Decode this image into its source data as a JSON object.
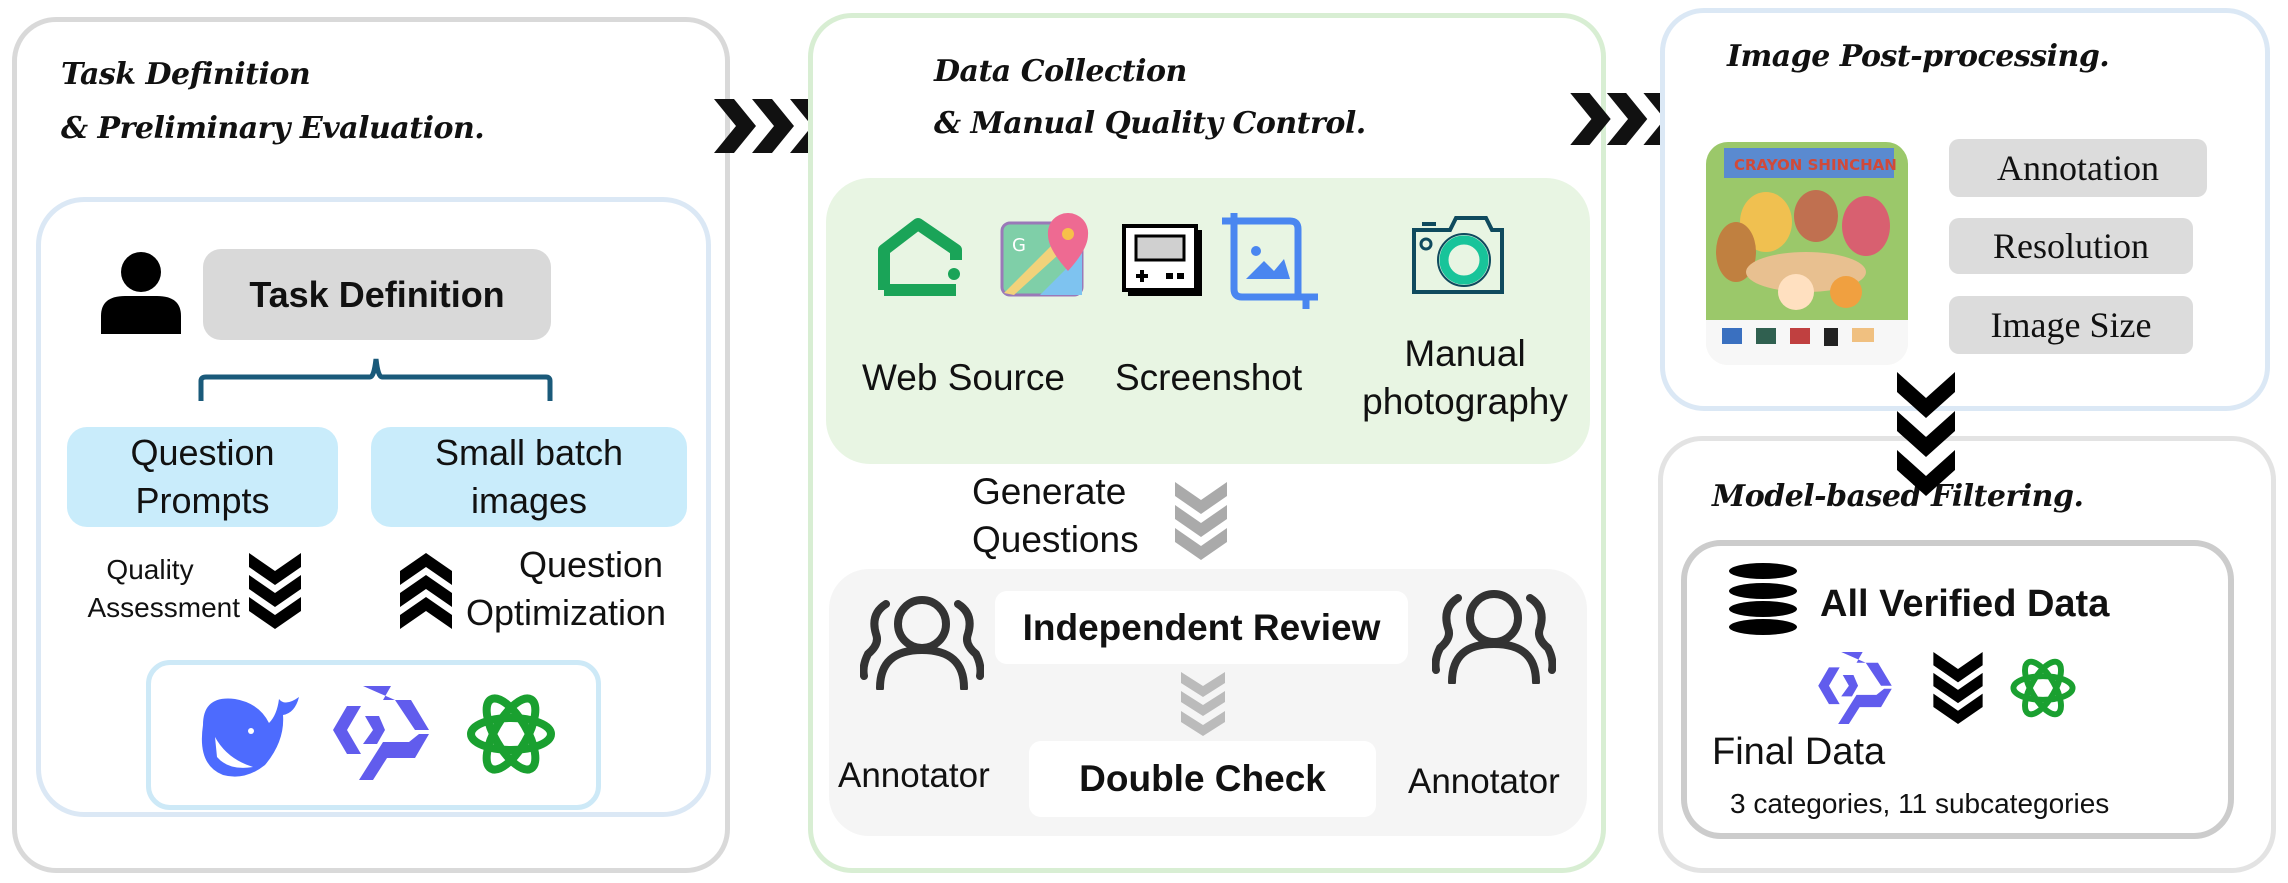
{
  "arrows": {
    "color": "#111111"
  },
  "panel1": {
    "title_line1": "Task Definition",
    "title_line2": "& Preliminary Evaluation.",
    "task_definition": "Task Definition",
    "question_prompts": "Question Prompts",
    "small_batch_images": "Small batch images",
    "quality_assessment_line1": "Quality",
    "quality_assessment_line2": "Assessment",
    "question_optimization_line1": "Question",
    "question_optimization_line2": "Optimization",
    "models": [
      "deepseek-whale-icon",
      "qwen-icon",
      "openai-icon"
    ],
    "colors": {
      "border": "#d9d9d9",
      "inner_border": "#dbe8f5",
      "task_box": "#d9d9d9",
      "light_blue_box": "#c9ecfb",
      "bracket": "#1a5a7a"
    }
  },
  "panel2": {
    "title_line1": "Data Collection",
    "title_line2": "& Manual Quality Control.",
    "sources": [
      {
        "label": "Web Source",
        "icons": [
          "house-icon",
          "map-icon"
        ]
      },
      {
        "label": "Screenshot",
        "icons": [
          "device-icon",
          "crop-image-icon"
        ]
      },
      {
        "label_line1": "Manual",
        "label_line2": "photography",
        "icons": [
          "camera-icon"
        ]
      }
    ],
    "generate_line1": "Generate",
    "generate_line2": "Questions",
    "independent_review": "Independent Review",
    "double_check": "Double Check",
    "annotator_left": "Annotator",
    "annotator_right": "Annotator",
    "colors": {
      "border": "#d8eed3",
      "sources_bg": "#e8f5e3",
      "review_bg": "#f5f5f5",
      "chevron_gray": "#aaaaaa"
    }
  },
  "panel3": {
    "title": "Image Post-processing.",
    "image_caption_text": "CRAYON SHINCHAN",
    "tags": [
      "Annotation",
      "Resolution",
      "Image Size"
    ],
    "colors": {
      "border": "#dbe8f5",
      "tag_bg": "#dcdcdc"
    }
  },
  "panel4": {
    "title": "Model-based Filtering.",
    "all_verified": "All Verified Data",
    "final_data": "Final Data",
    "summary": "3 categories, 11 subcategories",
    "colors": {
      "border": "#e3e3e3",
      "inner_border": "#cccccc"
    }
  }
}
